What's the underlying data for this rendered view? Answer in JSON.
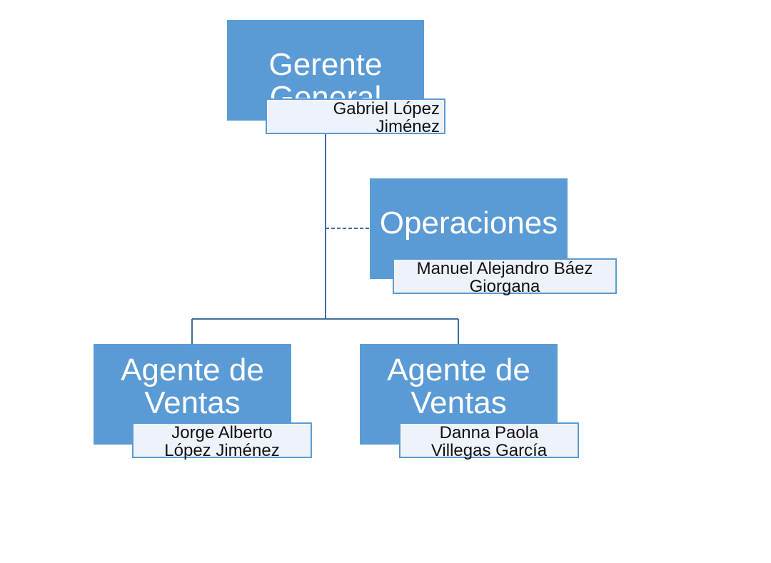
{
  "colors": {
    "box_fill": "#5b9bd5",
    "name_fill": "#eef3fb",
    "connector": "#3f6d9e",
    "title_text": "#ffffff",
    "name_text": "#111111"
  },
  "nodes": {
    "gerente": {
      "title_line1": "Gerente",
      "title_line2": "General",
      "name_line1": "Gabriel López",
      "name_line2": "Jiménez"
    },
    "operaciones": {
      "title_line1": "Operaciones",
      "name_line1": "Manuel Alejandro Báez",
      "name_line2": "Giorgana"
    },
    "ventas_1": {
      "title_line1": "Agente de",
      "title_line2": "Ventas",
      "name_line1": "Jorge Alberto",
      "name_line2": "López Jiménez"
    },
    "ventas_2": {
      "title_line1": "Agente de",
      "title_line2": "Ventas",
      "name_line1": "Danna Paola",
      "name_line2": "Villegas García"
    }
  }
}
